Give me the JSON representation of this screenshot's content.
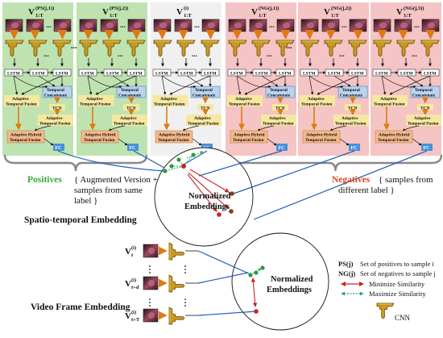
{
  "colors": {
    "positive_bg": "#bfe3b0",
    "anchor_bg": "#f0f0f0",
    "negative_bg": "#f5c4c4",
    "frame_dark": "#3a1626",
    "frame_mid": "#8a3a4e",
    "cnn_gold": "#c99a1f",
    "cnn_dark": "#6b4e08",
    "lstm_fill": "#ffffff",
    "concat_fill": "#b8d4f0",
    "fusion_fill": "#f6e8a0",
    "tcn_fill": "#f6e8a0",
    "hybrid_fill": "#f3b98a",
    "fc_fill": "#4a90d9",
    "arrow_orange": "#e07a10",
    "green_text": "#3aa535",
    "red_text": "#d8471f",
    "line_blue": "#1f5fb0",
    "minimize_color": "#cc2222",
    "maximize_color": "#2aa66a",
    "point_green": "#2e9a40",
    "point_red": "#cc2222",
    "point_brown": "#8b3a1a"
  },
  "panels": [
    {
      "label_main": "V",
      "label_sub": "1:T",
      "label_sup": "(PS(j,1))",
      "kind": "positive"
    },
    {
      "label_main": "V",
      "label_sub": "1:T",
      "label_sup": "(PS(j,2))",
      "kind": "positive"
    },
    {
      "label_main": "V",
      "label_sub": "1:T",
      "label_sup": "(i)",
      "kind": "anchor"
    },
    {
      "label_main": "V",
      "label_sub": "1:T",
      "label_sup": "(NG(j,1))",
      "kind": "negative"
    },
    {
      "label_main": "V",
      "label_sub": "1:T",
      "label_sup": "(NG(j,2))",
      "kind": "negative"
    },
    {
      "label_main": "V",
      "label_sub": "1:T",
      "label_sup": "(NG(j,3))",
      "kind": "negative"
    }
  ],
  "block": {
    "lstm": "LSTM",
    "temporal_concat_1": "Temporal",
    "temporal_concat_2": "Concatenate",
    "adaptive_fusion_1": "Adaptive",
    "adaptive_fusion_2": "Temporal Fusion",
    "tcn": "TCN",
    "adaptive_hybrid_1": "Adaptive Hybrid",
    "adaptive_hybrid_2": "Temporal Fusion",
    "fc": "FC",
    "dots": "..."
  },
  "positives": {
    "keyword": "Positives",
    "text_1": "{ Augmented Version +",
    "text_2": "samples from same",
    "text_3": "label }"
  },
  "negatives": {
    "keyword": "Negatives",
    "text_1": "{ samples from",
    "text_2": "different  label }"
  },
  "embedding_1": {
    "line_1": "Normalized",
    "line_2": "Embeddings"
  },
  "embedding_2": {
    "line_1": "Normalized",
    "line_2": "Embeddings"
  },
  "section_titles": {
    "spatio": "Spatio-temporal Embedding",
    "video": "Video Frame Embedding"
  },
  "frames": [
    {
      "main": "V",
      "sup": "(i)",
      "sub": "t"
    },
    {
      "main": "V",
      "sup": "(i)",
      "sub": "t+d"
    },
    {
      "main": "V",
      "sup": "(i)",
      "sub": "t+T"
    }
  ],
  "legend": {
    "ps_label": "PS(j)",
    "ps_text": "Set of positives to sample i",
    "ng_label": "NG(j)",
    "ng_text": "Set of negatives to sample j",
    "minimize": "Minimize Similarity",
    "maximize": "Maximize Similarity",
    "cnn": "CNN"
  }
}
